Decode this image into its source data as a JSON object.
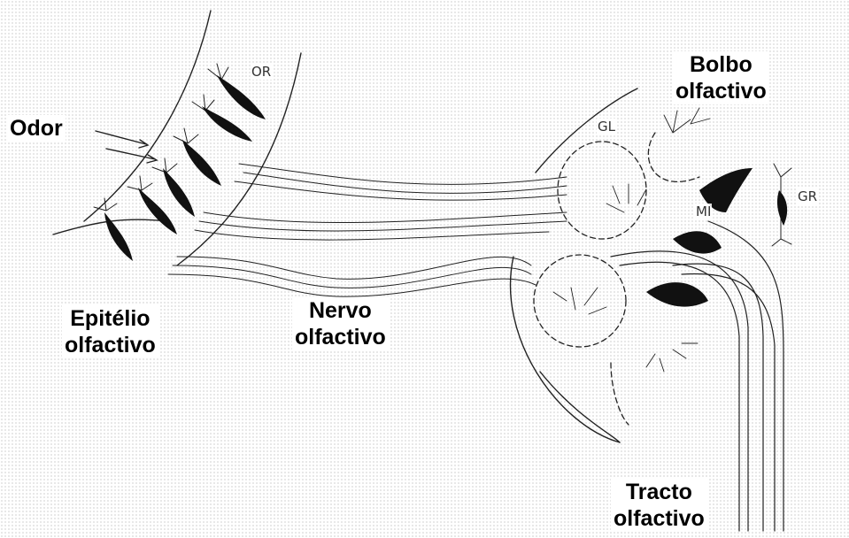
{
  "labels": {
    "odor": "Odor",
    "bolbo": [
      "Bolbo",
      "olfactivo"
    ],
    "epitelio": [
      "Epitélio",
      "olfactivo"
    ],
    "nervo": [
      "Nervo",
      "olfactivo"
    ],
    "tracto": [
      "Tracto",
      "olfactivo"
    ]
  },
  "small_labels": {
    "or": "OR",
    "gl": "GL",
    "mi": "MI",
    "gr": "GR"
  }
}
